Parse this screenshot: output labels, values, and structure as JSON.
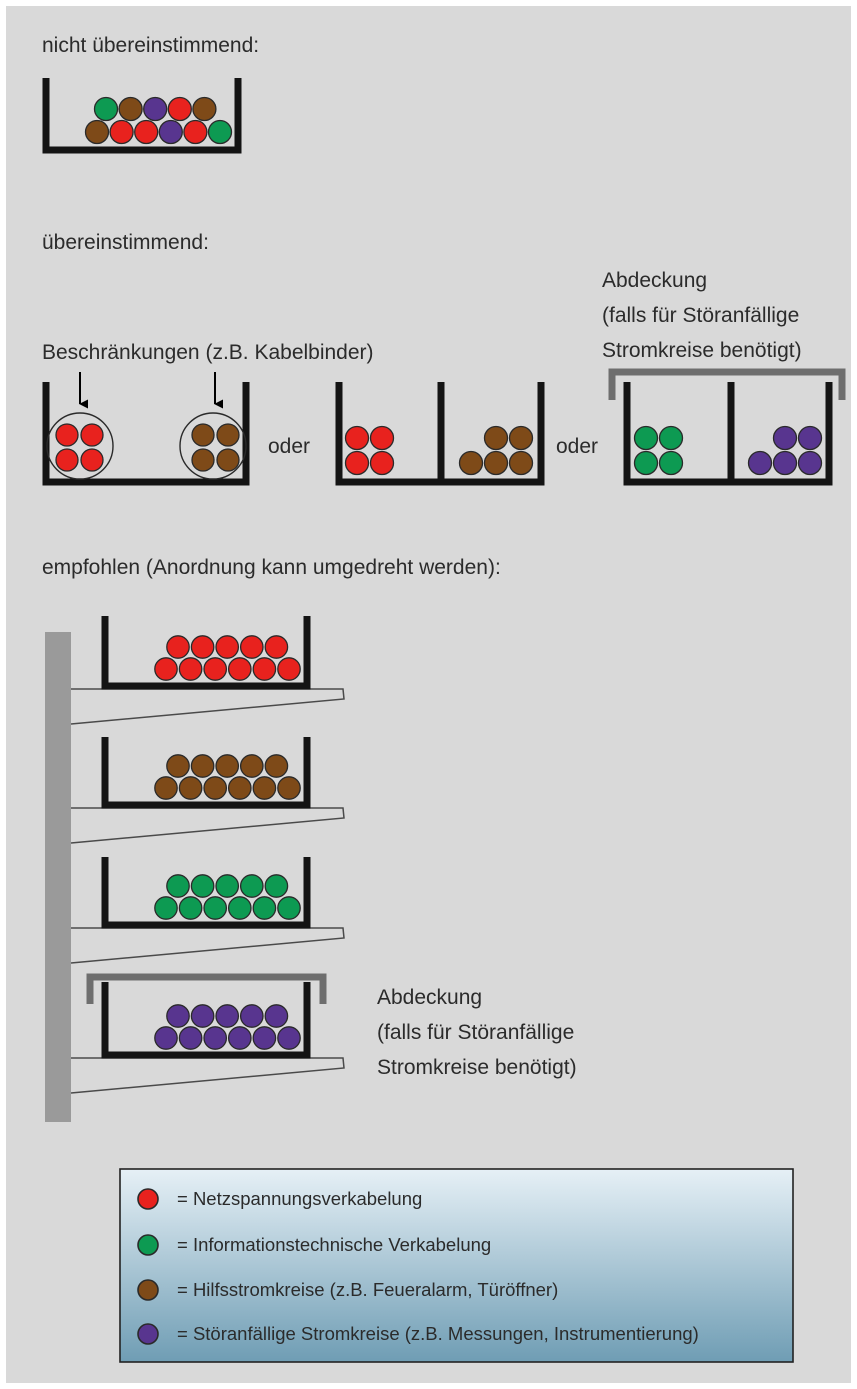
{
  "colors": {
    "red": "#e8221e",
    "green": "#0d9a52",
    "brown": "#7e4a18",
    "purple": "#58358f",
    "tray": "#141414",
    "cover": "#6e6e6e",
    "post": "#9a9a9a",
    "background": "#d9d9d9"
  },
  "sections": {
    "incorrect": "nicht übereinstimmend:",
    "correct": "übereinstimmend:",
    "recommended": "empfohlen (Anordnung kann umgedreht werden):"
  },
  "labels": {
    "restrictions": "Beschränkungen (z.B. Kabelbinder)",
    "or": "oder",
    "cover_title": "Abdeckung",
    "cover_line2": "(falls für Störanfällige",
    "cover_line3": "Stromkreise benötigt)"
  },
  "legend": [
    {
      "color": "red",
      "text": "= Netzspannungsverkabelung"
    },
    {
      "color": "green",
      "text": "= Informationstechnische Verkabelung"
    },
    {
      "color": "brown",
      "text": "= Hilfsstromkreise (z.B. Feueralarm, Türöffner)"
    },
    {
      "color": "purple",
      "text": "= Störanfällige Stromkreise (z.B. Messungen, Instrumentierung)"
    }
  ]
}
